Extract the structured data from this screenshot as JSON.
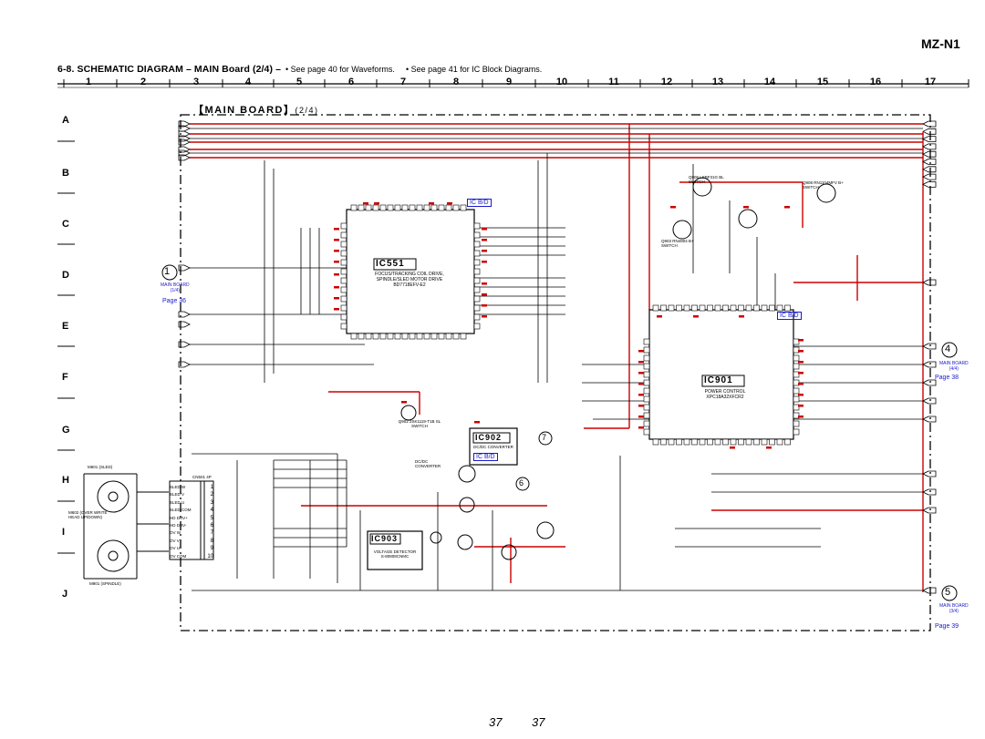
{
  "header": {
    "model": "MZ-N1",
    "title": "6-8.  SCHEMATIC  DIAGRAM  – MAIN Board (2/4) –",
    "note_waveforms": "• See page 40 for Waveforms.",
    "note_ic_blocks": "• See page 41 for IC Block Diagrams."
  },
  "grid": {
    "columns": [
      "1",
      "2",
      "3",
      "4",
      "5",
      "6",
      "7",
      "8",
      "9",
      "10",
      "11",
      "12",
      "13",
      "14",
      "15",
      "16",
      "17"
    ],
    "rows": [
      "A",
      "B",
      "C",
      "D",
      "E",
      "F",
      "G",
      "H",
      "I",
      "J"
    ]
  },
  "board_label": "MAIN BOARD",
  "board_part": "(2/4)",
  "ics": {
    "ic551": {
      "name": "IC551",
      "desc1": "FOCUS/TRACKING COIL DRIVE,",
      "desc2": "SPINDLE/SLED MOTOR DRIVE",
      "part": "BD7718EFV-E2"
    },
    "ic901": {
      "name": "IC901",
      "desc1": "POWER CONTROL",
      "part": "XPC18A32XFCR2"
    },
    "ic902": {
      "name": "IC902",
      "desc1": "DC/DC CONVERTER"
    },
    "ic903": {
      "name": "IC903",
      "desc1": "VOLTAGE DETECTOR",
      "part": "S-80808CNMC"
    }
  },
  "ic_bd_label": "IC B/D",
  "connectors": [
    {
      "id": "1",
      "board": "MAIN BOARD",
      "part": "(1/4)",
      "page": "Page 36"
    },
    {
      "id": "4",
      "board": "MAIN BOARD",
      "part": "(4/4)",
      "page": "Page 38"
    },
    {
      "id": "5",
      "board": "MAIN BOARD",
      "part": "(3/4)",
      "page": "Page 39"
    },
    {
      "id": "6",
      "board": "",
      "part": "",
      "page": ""
    },
    {
      "id": "7",
      "board": "",
      "part": "",
      "page": ""
    }
  ],
  "components": {
    "q902": "Q902  2SK1119-T1B  SL SWITCH",
    "q906": "Q906  LSBF31G  BL SWITCH",
    "q908": "Q908  RN1104MFV  B+ SWITCH",
    "q903": "Q903  RN4904  B+ SWITCH",
    "m601": "M601 (SLED)",
    "m602": "M602 (OVER WRITE HEAD UP/DOWN)",
    "m901": "M901 (SPINDLE)",
    "cn501": "CN501 4P",
    "conv": "DC/DC CONVERTER"
  },
  "connector_pins": [
    {
      "pin": "1",
      "name": "SLED W"
    },
    {
      "pin": "2",
      "name": "SLED V"
    },
    {
      "pin": "3",
      "name": "SLED U"
    },
    {
      "pin": "4",
      "name": "SLED COM"
    },
    {
      "pin": "5",
      "name": "HD DRV+"
    },
    {
      "pin": "6",
      "name": "HD DRV-"
    },
    {
      "pin": "7",
      "name": "OV W"
    },
    {
      "pin": "8",
      "name": "OV V"
    },
    {
      "pin": "9",
      "name": "OV U"
    },
    {
      "pin": "10",
      "name": "OV COM"
    }
  ],
  "page_numbers": [
    "37",
    "37"
  ],
  "colors": {
    "wire": "#000000",
    "power": "#cc0000",
    "annot": "#cc0000",
    "bg": "#ffffff"
  }
}
